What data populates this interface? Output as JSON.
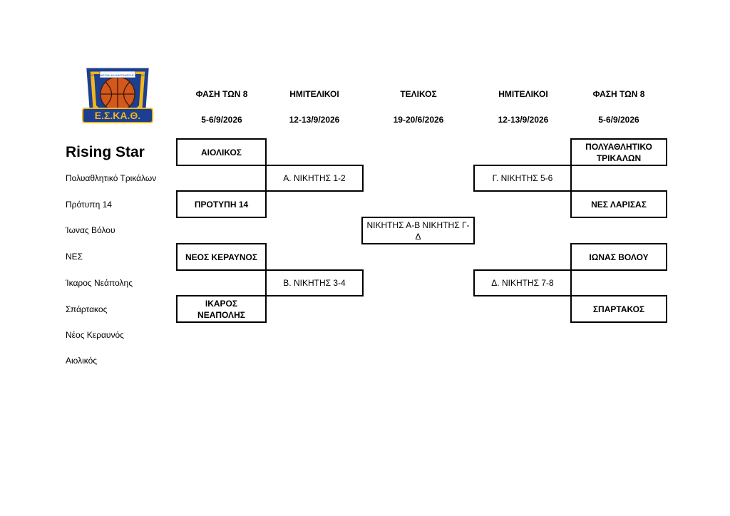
{
  "logo": {
    "top_text": "ΕΝΩΣΗ ΣΩΜΑΤΕΙΩΝ ΚΑΛΑΘΟΣΦΑΙΡΙΣΗΣ ΘΕΣΣΑΛΙΑΣ",
    "abbr": "Ε.Σ.ΚΑ.Θ."
  },
  "headers": {
    "col1": {
      "phase": "ΦΑΣΗ ΤΩΝ 8",
      "date": "5-6/9/2026"
    },
    "col2": {
      "phase": "ΗΜΙΤΕΛΙΚΟΙ",
      "date": "12-13/9/2026"
    },
    "col3": {
      "phase": "ΤΕΛΙΚΟΣ",
      "date": "19-20/6/2026"
    },
    "col4": {
      "phase": "ΗΜΙΤΕΛΙΚΟΙ",
      "date": "12-13/9/2026"
    },
    "col5": {
      "phase": "ΦΑΣΗ ΤΩΝ 8",
      "date": "5-6/9/2026"
    }
  },
  "title": "Rising Star",
  "teams": [
    "Πολυαθλητικό Τρικάλων",
    "Πρότυπη 14",
    "Ίωνας Βόλου",
    "ΝΕΣ",
    "Ίκαρος Νεάπολης",
    "Σπάρτακος",
    "Νέος Κεραυνός",
    "Αιολικός"
  ],
  "left_quarter": [
    "ΑΙΟΛΙΚΟΣ",
    "ΠΡΟΤΥΠΗ 14",
    "ΝΕΟΣ ΚΕΡΑΥΝΟΣ",
    "ΙΚΑΡΟΣ ΝΕΑΠΟΛΗΣ"
  ],
  "left_semi": [
    "Α. ΝΙΚΗΤΗΣ 1-2",
    "Β. ΝΙΚΗΤΗΣ 3-4"
  ],
  "final": "ΝΙΚΗΤΗΣ Α-Β ΝΙΚΗΤΗΣ Γ-Δ",
  "right_semi": [
    "Γ. ΝΙΚΗΤΗΣ 5-6",
    "Δ. ΝΙΚΗΤΗΣ 7-8"
  ],
  "right_quarter": [
    "ΠΟΛΥΑΘΛΗΤΙΚΟ ΤΡΙΚΑΛΩΝ",
    "ΝΕΣ ΛΑΡΙΣΑΣ",
    "ΙΩΝΑΣ ΒΟΛΟΥ",
    "ΣΠΑΡΤΑΚΟΣ"
  ],
  "colors": {
    "logo_blue": "#1d3f8f",
    "logo_gold": "#f2b71b",
    "ball": "#d4571c"
  }
}
